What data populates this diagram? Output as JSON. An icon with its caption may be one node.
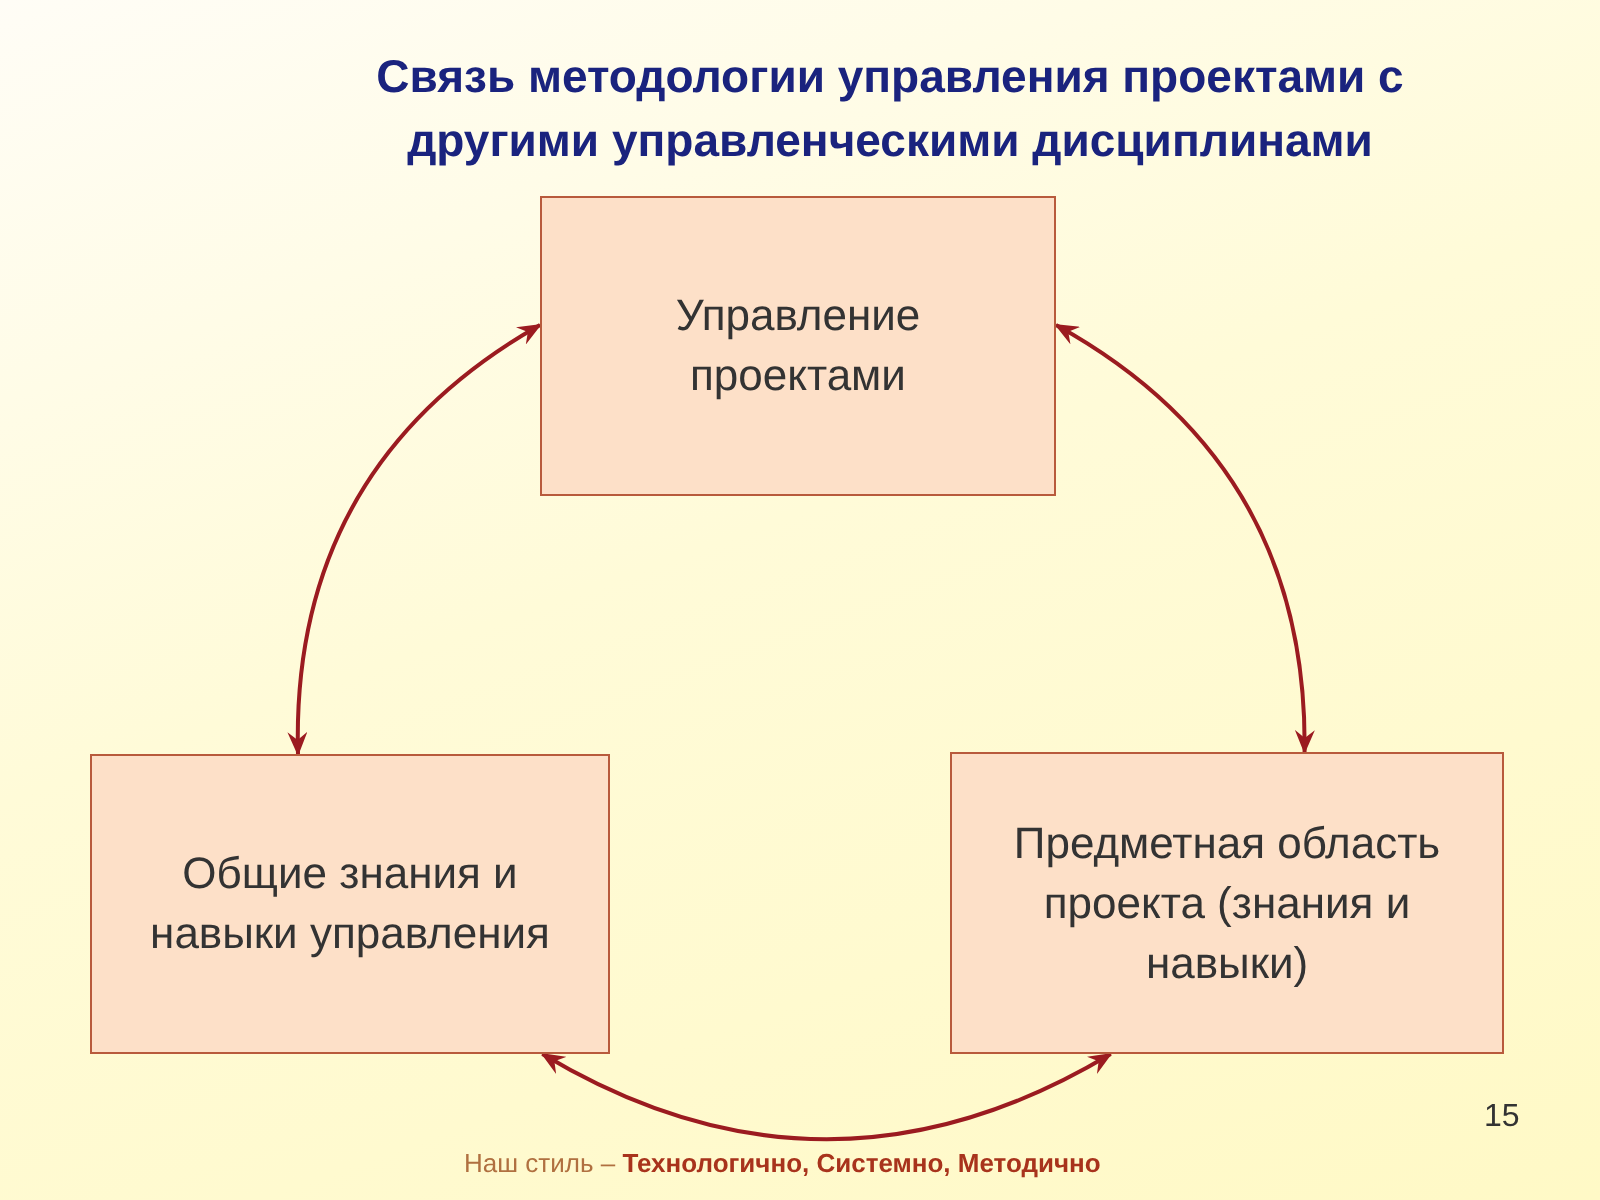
{
  "diagram": {
    "title": "Связь методологии управления проектами с другими управленческими дисциплинами",
    "nodes": [
      {
        "text": [
          "Управление проектами"
        ]
      },
      {
        "text": [
          "Общие знания и навыки управления"
        ]
      },
      {
        "text": [
          "Предметная область проекта (знания и навыки)"
        ]
      }
    ],
    "edges": [
      {
        "from": 0,
        "to": 1,
        "arrow": "both"
      },
      {
        "from": 1,
        "to": 2,
        "arrow": "both"
      },
      {
        "from": 2,
        "to": 0,
        "arrow": "both"
      }
    ],
    "labels": [
      "15",
      "Наш стиль – **Технологично, Системно, Методично**"
    ]
  }
}
